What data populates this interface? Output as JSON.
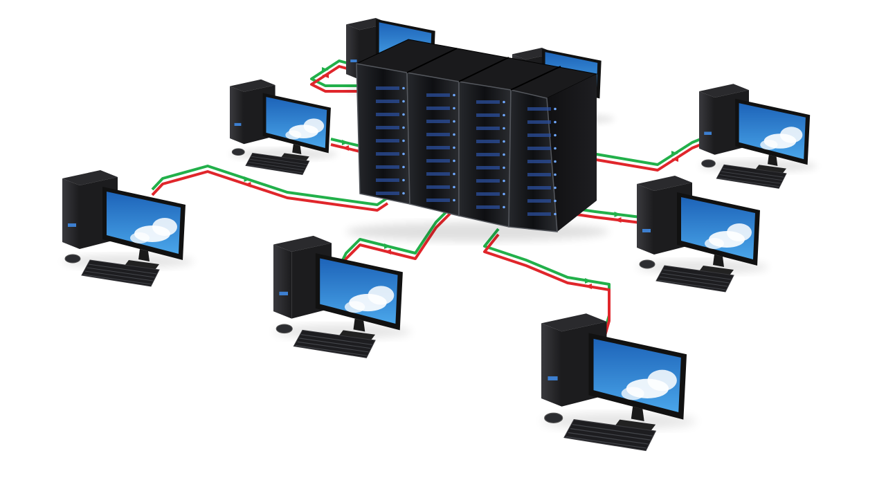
{
  "colors": {
    "background": "#ffffff",
    "cable_send": "#22b04a",
    "cable_receive": "#e0262b",
    "server_body": "#141416",
    "tower_body": "#1c1c1e",
    "screen_sky": "#2f86d6",
    "cloud": "#ffffff"
  },
  "icons": {
    "server": "server-rack-icon",
    "workstation": "desktop-computer-icon",
    "link": "network-cable-icon"
  },
  "server": {
    "name": "server-rack-cluster",
    "rack_count": 4
  },
  "workstations": [
    {
      "id": "workstation-back-center"
    },
    {
      "id": "workstation-back-right"
    },
    {
      "id": "workstation-upper-left"
    },
    {
      "id": "workstation-far-right"
    },
    {
      "id": "workstation-middle-left"
    },
    {
      "id": "workstation-middle-right"
    },
    {
      "id": "workstation-front-center"
    },
    {
      "id": "workstation-front-right"
    }
  ],
  "links": [
    {
      "from": "server-rack-cluster",
      "to": "workstation-back-center"
    },
    {
      "from": "server-rack-cluster",
      "to": "workstation-upper-left"
    },
    {
      "from": "server-rack-cluster",
      "to": "workstation-middle-left"
    },
    {
      "from": "server-rack-cluster",
      "to": "workstation-front-center"
    },
    {
      "from": "server-rack-cluster",
      "to": "workstation-front-right"
    },
    {
      "from": "server-rack-cluster",
      "to": "workstation-middle-right"
    },
    {
      "from": "server-rack-cluster",
      "to": "workstation-far-right"
    }
  ]
}
